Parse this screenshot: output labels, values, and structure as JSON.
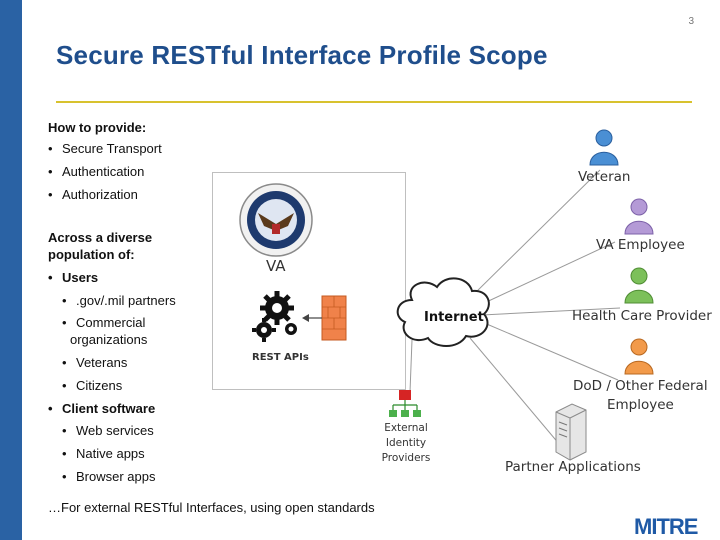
{
  "page_number": "3",
  "title": "Secure RESTful Interface Profile Scope",
  "left": {
    "how_heading": "How to provide:",
    "how_items": [
      "Secure Transport",
      "Authentication",
      "Authorization"
    ],
    "across_heading_1": "Across a diverse",
    "across_heading_2": "population of:",
    "users_label": "Users",
    "users_items": [
      ".gov/.mil partners",
      "Commercial",
      "organizations",
      "Veterans",
      "Citizens"
    ],
    "client_label": "Client software",
    "client_items": [
      "Web services",
      "Native apps",
      "Browser apps"
    ],
    "footer": "…For external RESTful Interfaces, using open standards"
  },
  "diagram": {
    "va_label": "VA",
    "rest_label": "REST APIs",
    "internet_label": "Internet",
    "idp_label_1": "External",
    "idp_label_2": "Identity",
    "idp_label_3": "Providers",
    "actors": [
      "Veteran",
      "VA Employee",
      "Health Care Provider",
      "DoD / Other Federal",
      "Employee",
      "Partner Applications"
    ]
  },
  "logo_text": "MITRE",
  "colors": {
    "accent_blue": "#1f4e8c",
    "left_bar": "#2a62a4",
    "rule_yellow": "#d8c22e",
    "veteran": "#4a8fd4",
    "va_employee": "#b49ad6",
    "health_care": "#7cc05a",
    "dod": "#f29a4a"
  }
}
